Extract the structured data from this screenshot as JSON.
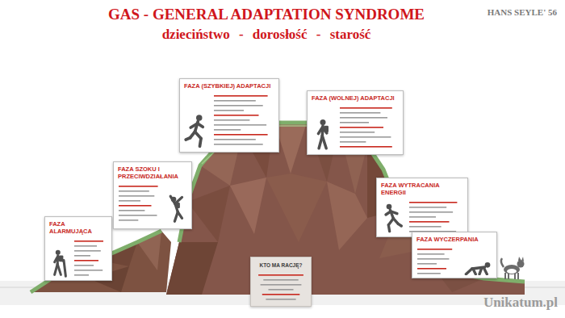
{
  "diagram": {
    "title": "GAS - GENERAL ADAPTATION SYNDROME",
    "nodes": [
      {
        "text": [
          "FAZA ALARMUJĄCA"
        ]
      },
      {
        "text": [
          "FAZA SZOKU I PRZECIWDZIAŁANIA"
        ]
      },
      {
        "text": [
          "FAZA (SZYBKIEJ) ADAPTACJI"
        ]
      },
      {
        "text": [
          "FAZA (WOLNEJ) ADAPTACJI"
        ]
      },
      {
        "text": [
          "FAZA WYTRACANIA ENERGII"
        ]
      },
      {
        "text": [
          "FAZA WYCZERPANIA"
        ]
      },
      {
        "text": [
          "KTO MA RACJĘ?"
        ]
      }
    ],
    "labels": [
      "dzieciństwo - dorosłość - starość",
      "HANS SEYLE' 56",
      "Unikatum.pl"
    ]
  }
}
